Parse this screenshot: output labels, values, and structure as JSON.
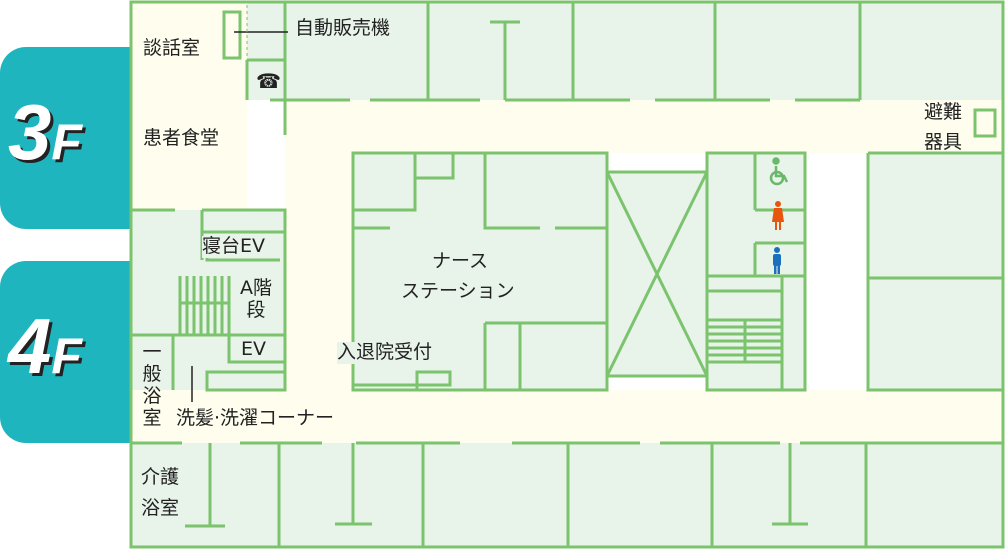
{
  "floors": [
    {
      "num": "3",
      "unit": "F"
    },
    {
      "num": "4",
      "unit": "F"
    }
  ],
  "rooms": {
    "lounge": "談話室",
    "vending": "自動販売機",
    "dining": "患者食堂",
    "bed_ev": "寝台EV",
    "stairs_a": "A階段",
    "ev": "EV",
    "bath_general": "一般浴室",
    "hair_laundry": "洗髪·洗濯コーナー",
    "nurse_station_1": "ナース",
    "nurse_station_2": "ステーション",
    "admission": "入退院受付",
    "evac_1": "避難",
    "evac_2": "器具",
    "care_bath_1": "介護",
    "care_bath_2": "浴室"
  },
  "icons": [
    "phone-icon",
    "wheelchair-icon",
    "female-toilet-icon",
    "male-toilet-icon"
  ],
  "colors": {
    "tab": "#1fb5bf",
    "corridor": "#fefdee",
    "room": "#e8f3ea",
    "wall": "#7cc36e",
    "female": "#e8550f",
    "male": "#1a6fbf"
  }
}
